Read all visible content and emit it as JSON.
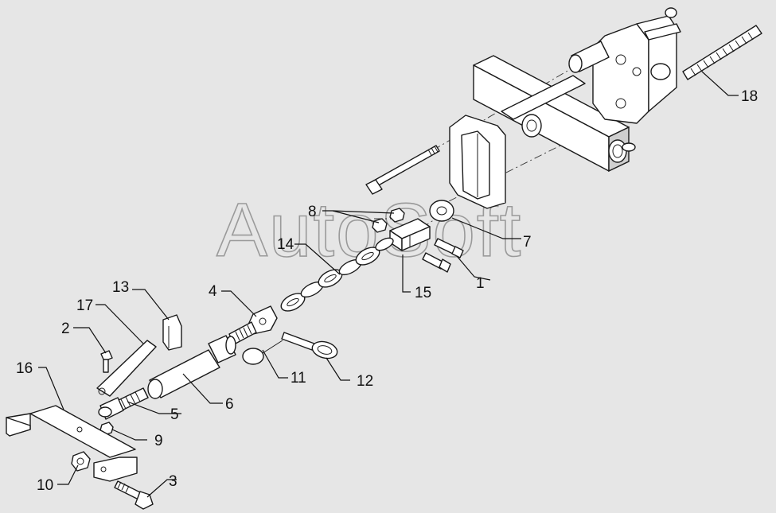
{
  "watermark": "AutoSoft",
  "callouts": [
    {
      "id": "c1",
      "text": "1"
    },
    {
      "id": "c2",
      "text": "2"
    },
    {
      "id": "c3",
      "text": "3"
    },
    {
      "id": "c4",
      "text": "4"
    },
    {
      "id": "c5",
      "text": "5"
    },
    {
      "id": "c6",
      "text": "6"
    },
    {
      "id": "c7",
      "text": "7"
    },
    {
      "id": "c8",
      "text": "8"
    },
    {
      "id": "c9",
      "text": "9"
    },
    {
      "id": "c10",
      "text": "10"
    },
    {
      "id": "c11",
      "text": "11"
    },
    {
      "id": "c12",
      "text": "12"
    },
    {
      "id": "c13",
      "text": "13"
    },
    {
      "id": "c14",
      "text": "14"
    },
    {
      "id": "c15",
      "text": "15"
    },
    {
      "id": "c16",
      "text": "16"
    },
    {
      "id": "c17",
      "text": "17"
    },
    {
      "id": "c18",
      "text": "18"
    }
  ],
  "colors": {
    "background": "#e6e6e6",
    "line": "#1a1a1a",
    "watermark": "#9a9a9a"
  }
}
